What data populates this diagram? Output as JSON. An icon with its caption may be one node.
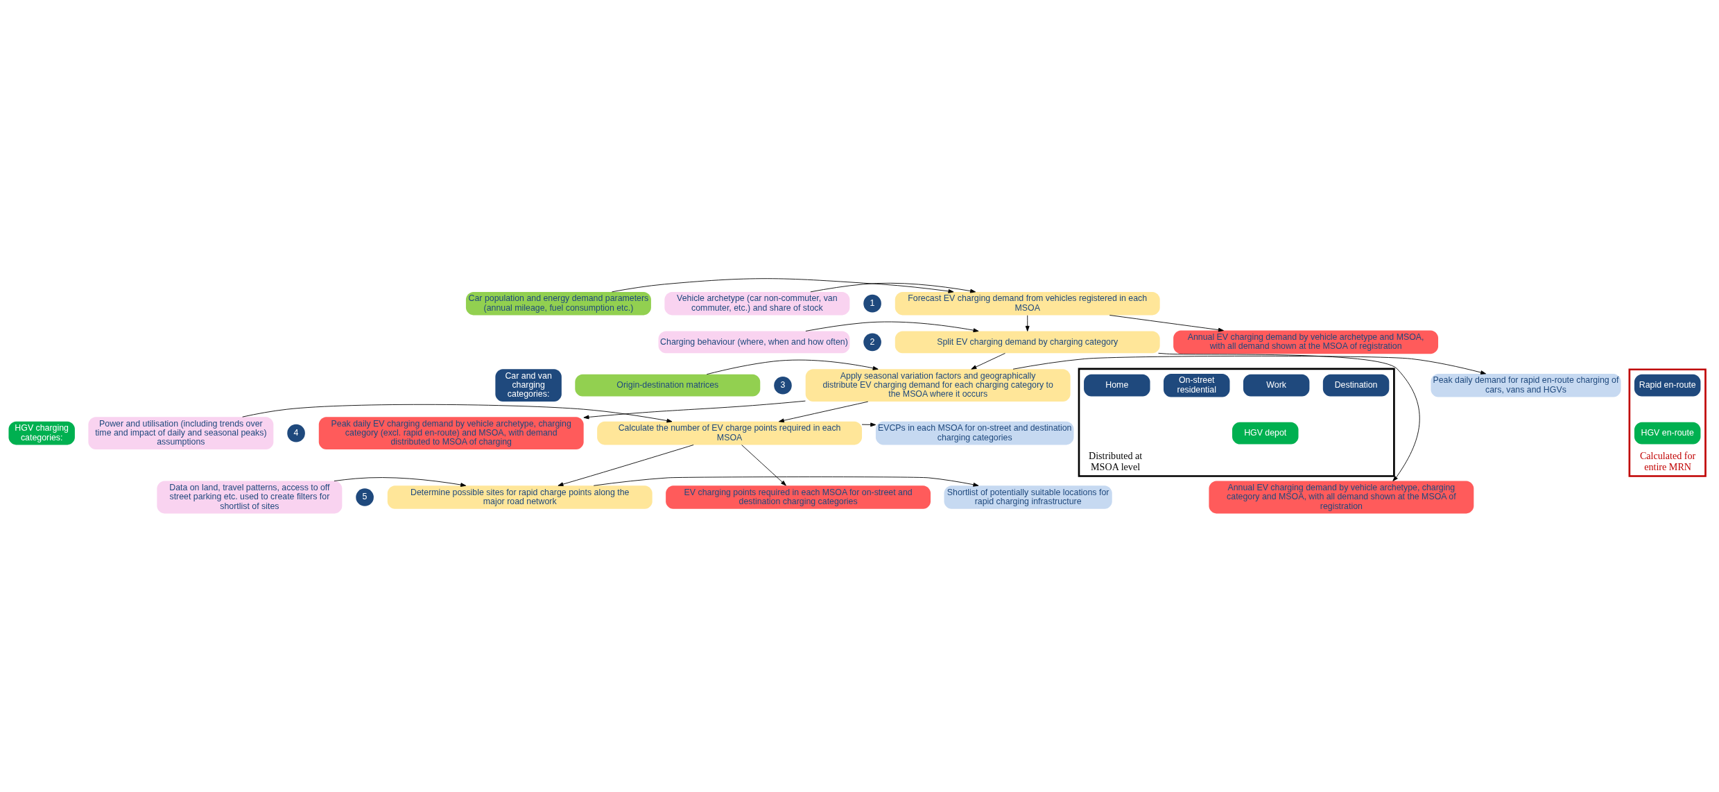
{
  "diagram": {
    "nodes": [
      {
        "text": [
          "Car population and energy demand parameters (annual mileage, fuel consumption etc.)"
        ]
      },
      {
        "text": [
          "Vehicle archetype (car non-commuter, van commuter, etc.) and share of stock"
        ]
      },
      {
        "text": [
          "1"
        ]
      },
      {
        "text": [
          "Forecast EV charging demand from vehicles registered in each MSOA"
        ]
      },
      {
        "text": [
          "Annual EV charging demand by vehicle archetype and MSOA, with all demand shown at the MSOA of registration"
        ]
      },
      {
        "text": [
          "Charging behaviour (where, when and how often)"
        ]
      },
      {
        "text": [
          "2"
        ]
      },
      {
        "text": [
          "Split EV charging demand by charging category"
        ]
      },
      {
        "text": [
          "Car and van charging categories:"
        ]
      },
      {
        "text": [
          "HGV charging categories:"
        ]
      },
      {
        "text": [
          "Distributed at MSOA level"
        ]
      },
      {
        "text": [
          "Home"
        ],
        "in": 10
      },
      {
        "text": [
          "On-street residential"
        ],
        "in": 10
      },
      {
        "text": [
          "Work"
        ],
        "in": 10
      },
      {
        "text": [
          "Destination"
        ],
        "in": 10
      },
      {
        "text": [
          "HGV depot"
        ],
        "in": 10
      },
      {
        "text": [
          "Calculated for entire MRN"
        ]
      },
      {
        "text": [
          "Rapid en-route"
        ],
        "in": 16
      },
      {
        "text": [
          "HGV en-route"
        ],
        "in": 16
      },
      {
        "text": [
          "Annual EV charging demand by vehicle archetype, charging category and MSOA, with all demand shown at the MSOA of registration"
        ]
      },
      {
        "text": [
          "Origin-destination matrices"
        ]
      },
      {
        "text": [
          "3"
        ]
      },
      {
        "text": [
          "Apply seasonal variation factors and geographically distribute EV charging demand for each charging category to the MSOA where it occurs"
        ]
      },
      {
        "text": [
          "Peak daily demand for rapid en-route charging of cars, vans and HGVs"
        ]
      },
      {
        "text": [
          "Peak daily EV charging demand by vehicle archetype, charging category (excl. rapid en-route) and MSOA, with demand distributed to MSOA of charging"
        ]
      },
      {
        "text": [
          "Power and utilisation (including trends over time and impact of daily and seasonal peaks) assumptions"
        ]
      },
      {
        "text": [
          "4"
        ]
      },
      {
        "text": [
          "Calculate the number of EV charge points required in each MSOA"
        ]
      },
      {
        "text": [
          "EVCPs in each MSOA for on-street and destination charging categories"
        ]
      },
      {
        "text": [
          "EV charging points required in each MSOA for on-street and destination charging categories"
        ]
      },
      {
        "text": [
          "Data on land, travel patterns, access to off street parking etc. used to create filters for shortlist of sites"
        ]
      },
      {
        "text": [
          "5"
        ]
      },
      {
        "text": [
          "Determine possible sites for rapid charge points along the major road network"
        ]
      },
      {
        "text": [
          "Shortlist of potentially suitable locations for rapid charging infrastructure"
        ]
      }
    ],
    "edges": [
      {
        "from": 0,
        "to": 3,
        "arrow": "to"
      },
      {
        "from": 1,
        "to": 3,
        "arrow": "to"
      },
      {
        "from": 3,
        "to": 4,
        "arrow": "to"
      },
      {
        "from": 3,
        "to": 7,
        "arrow": "to"
      },
      {
        "from": 5,
        "to": 7,
        "arrow": "to"
      },
      {
        "from": 7,
        "to": 19,
        "arrow": "to"
      },
      {
        "from": 7,
        "to": 22,
        "arrow": "to"
      },
      {
        "from": 20,
        "to": 22,
        "arrow": "to"
      },
      {
        "from": 22,
        "to": 23,
        "arrow": "to"
      },
      {
        "from": 22,
        "to": 24,
        "arrow": "to"
      },
      {
        "from": 22,
        "to": 27,
        "arrow": "to"
      },
      {
        "from": 25,
        "to": 27,
        "arrow": "to"
      },
      {
        "from": 27,
        "to": 28,
        "arrow": "to"
      },
      {
        "from": 27,
        "to": 29,
        "arrow": "to"
      },
      {
        "from": 27,
        "to": 32,
        "arrow": "to"
      },
      {
        "from": 30,
        "to": 32,
        "arrow": "to"
      },
      {
        "from": 32,
        "to": 33,
        "arrow": "to"
      }
    ]
  }
}
